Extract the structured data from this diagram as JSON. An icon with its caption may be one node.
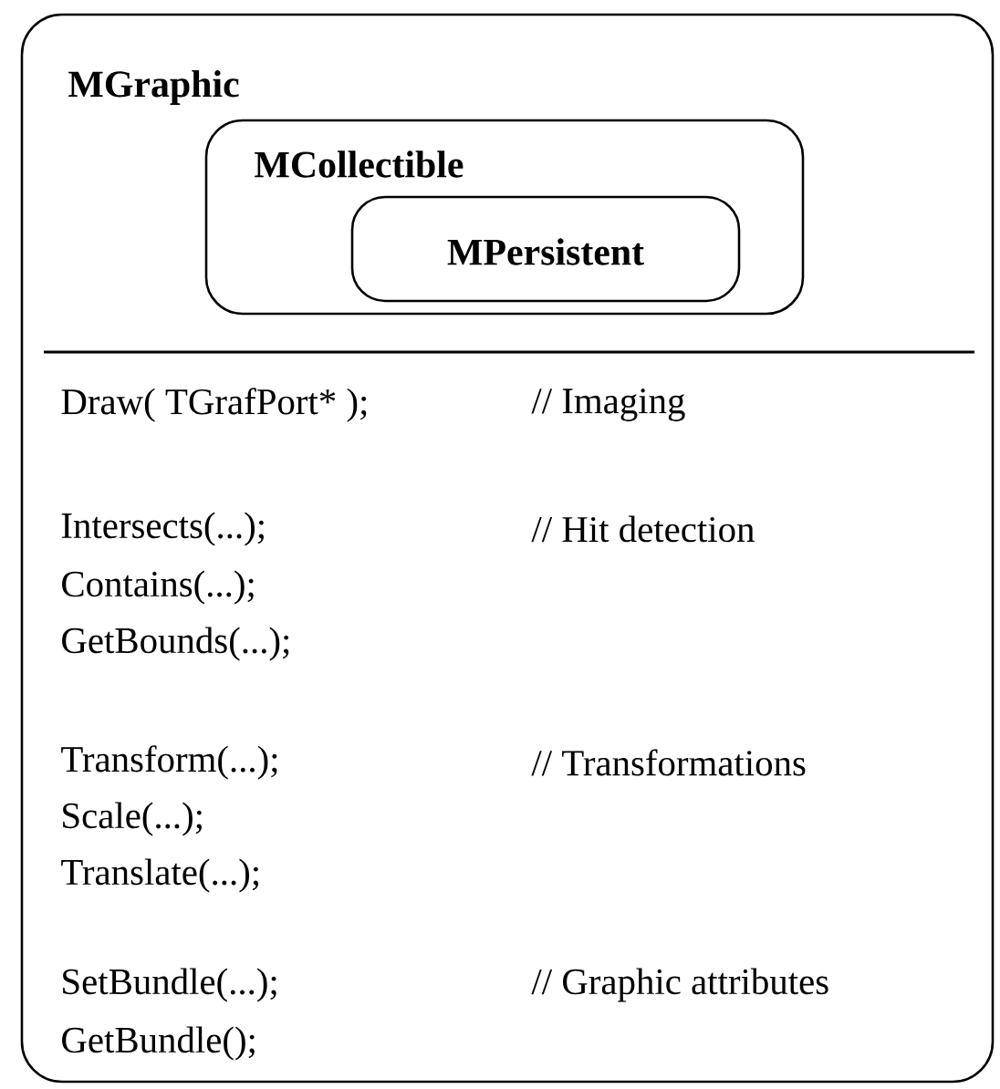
{
  "diagram": {
    "nodes": [
      {
        "text": [
          "MGraphic"
        ]
      },
      {
        "text": [
          "MCollectible"
        ],
        "in": 0
      },
      {
        "text": [
          "MPersistent"
        ],
        "in": 1
      }
    ],
    "labels": [
      "Draw( TGrafPort* );",
      "// Imaging",
      "Intersects(...);",
      "// Hit detection",
      "Contains(...);",
      "GetBounds(...);",
      "Transform(...);",
      "// Transformations",
      "Scale(...);",
      "Translate(...);",
      "SetBundle(...);",
      "// Graphic attributes",
      "GetBundle();"
    ]
  }
}
